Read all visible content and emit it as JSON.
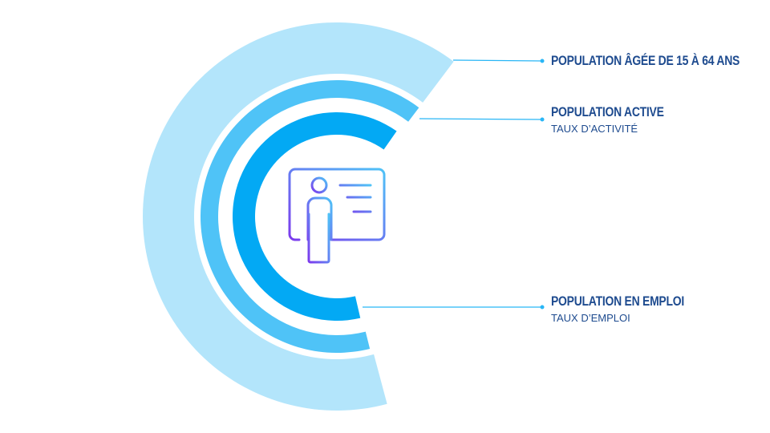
{
  "colors": {
    "outer": "#b3e5fb",
    "middle": "#4fc3f7",
    "inner": "#03a9f4",
    "text": "#1e4b8f",
    "line": "#29b6f6"
  },
  "labels": [
    {
      "title": "POPULATION ÂGÉE DE 15 À 64 ANS",
      "subtitle": null
    },
    {
      "title": "POPULATION ACTIVE",
      "subtitle": "TAUX D’ACTIVITÉ"
    },
    {
      "title": "POPULATION EN EMPLOI",
      "subtitle": "TAUX D’EMPLOI"
    }
  ],
  "center_icon": "presentation-person-icon"
}
